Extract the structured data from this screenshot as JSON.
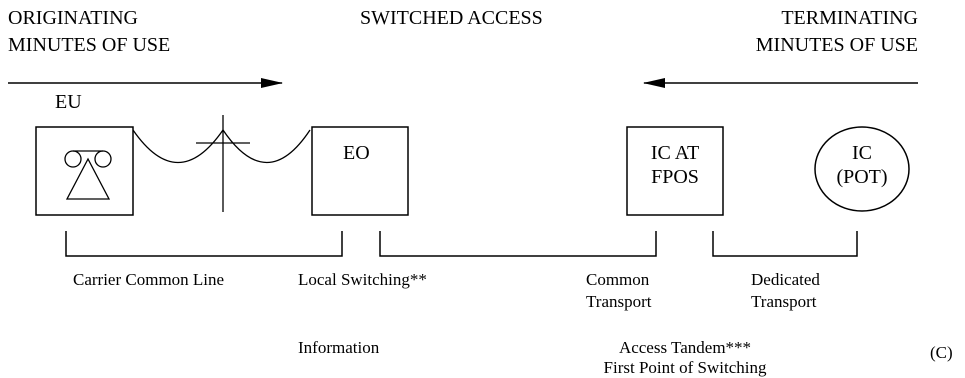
{
  "headings": {
    "originating": [
      "ORIGINATING",
      "MINUTES OF USE"
    ],
    "center": "SWITCHED ACCESS",
    "terminating": [
      "TERMINATING",
      "MINUTES OF USE"
    ]
  },
  "nodes": {
    "eu": "EU",
    "eo": "EO",
    "ic_at_fpos": [
      "IC AT",
      "FPOS"
    ],
    "ic_pot": [
      "IC",
      "(POT)"
    ]
  },
  "segments": {
    "carrier_common_line": "Carrier Common Line",
    "local_switching": "Local Switching**",
    "common_transport": [
      "Common",
      "Transport"
    ],
    "dedicated_transport": [
      "Dedicated",
      "Transport"
    ]
  },
  "notes": {
    "information": "Information",
    "access_tandem": "Access Tandem***",
    "first_point": "First Point of Switching",
    "figure_label": "(C)"
  }
}
